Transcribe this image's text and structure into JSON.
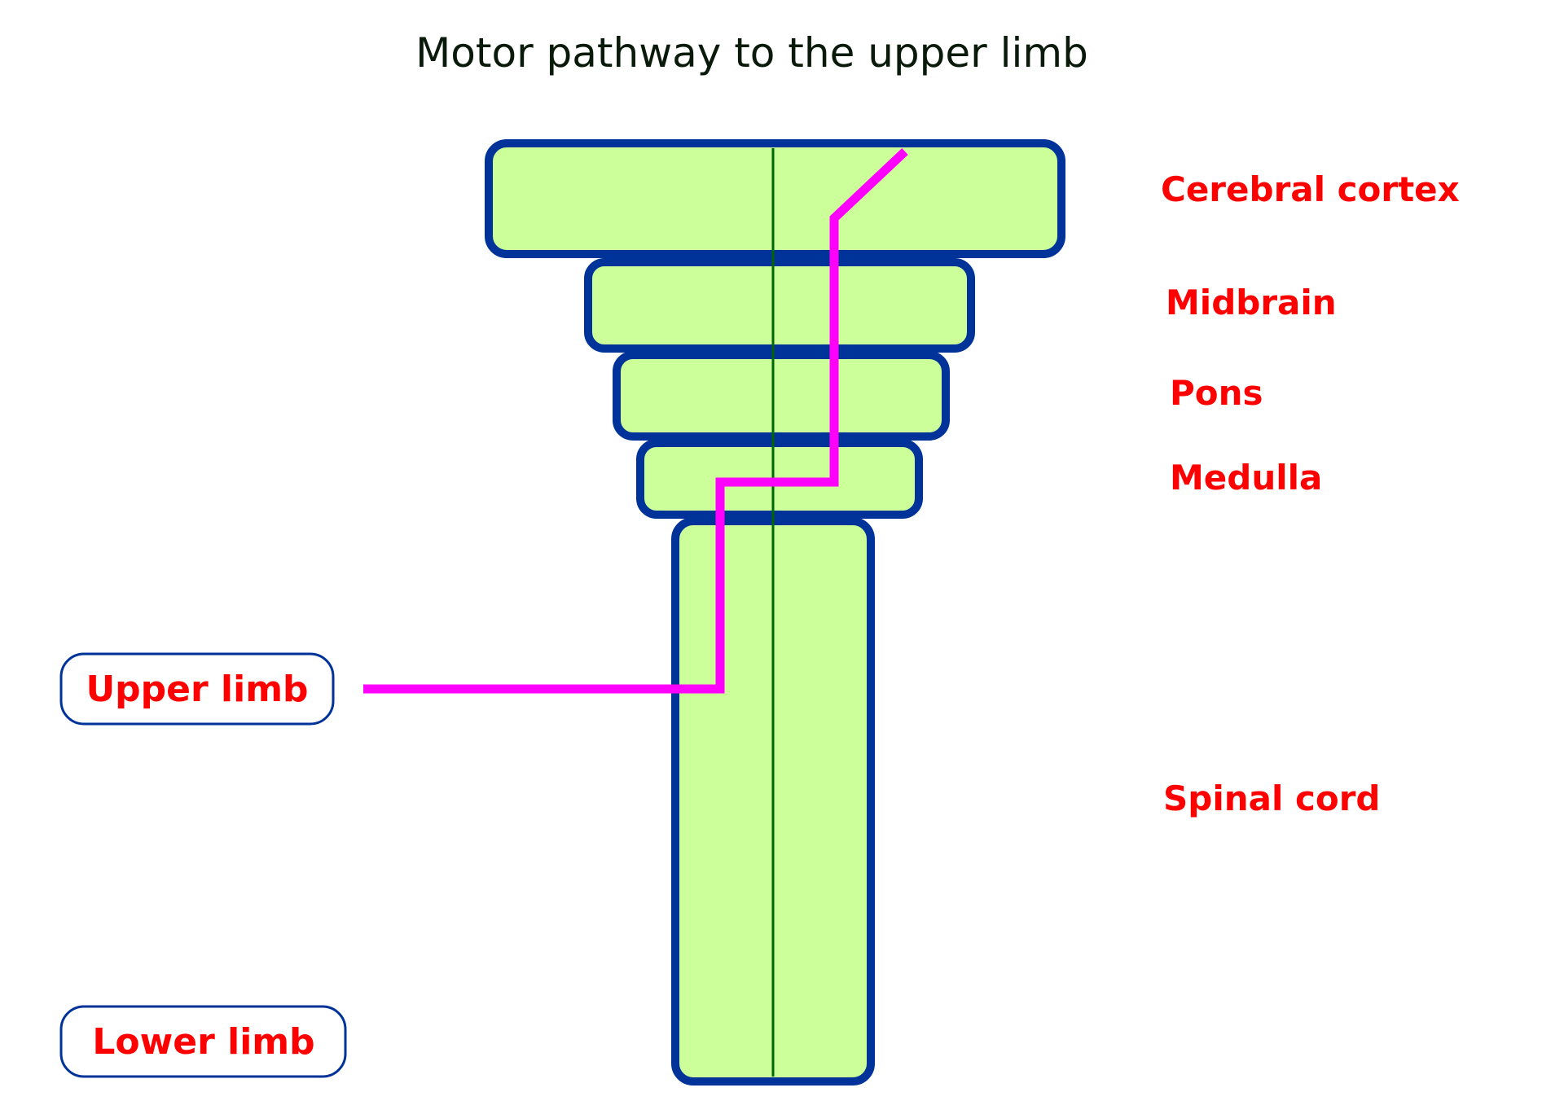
{
  "title": "Motor pathway to the upper limb",
  "colors": {
    "background": "#ffffff",
    "structure_fill": "#ccff99",
    "structure_outline": "#003399",
    "midline": "#006600",
    "pathway": "#ff00ff",
    "label_text": "#ff0000",
    "title_text": "#0a1a0a",
    "limb_box_outline": "#003399"
  },
  "structures": [
    {
      "id": "cerebral-cortex",
      "label": "Cerebral cortex"
    },
    {
      "id": "midbrain",
      "label": "Midbrain"
    },
    {
      "id": "pons",
      "label": "Pons"
    },
    {
      "id": "medulla",
      "label": "Medulla"
    },
    {
      "id": "spinal-cord",
      "label": "Spinal cord"
    }
  ],
  "limbs": [
    {
      "id": "upper-limb",
      "label": "Upper limb",
      "connected": true
    },
    {
      "id": "lower-limb",
      "label": "Lower limb",
      "connected": false
    }
  ],
  "pathway": {
    "name": "motor pathway",
    "from": "Cerebral cortex",
    "to": "Upper limb",
    "decussation_at": "Medulla"
  }
}
